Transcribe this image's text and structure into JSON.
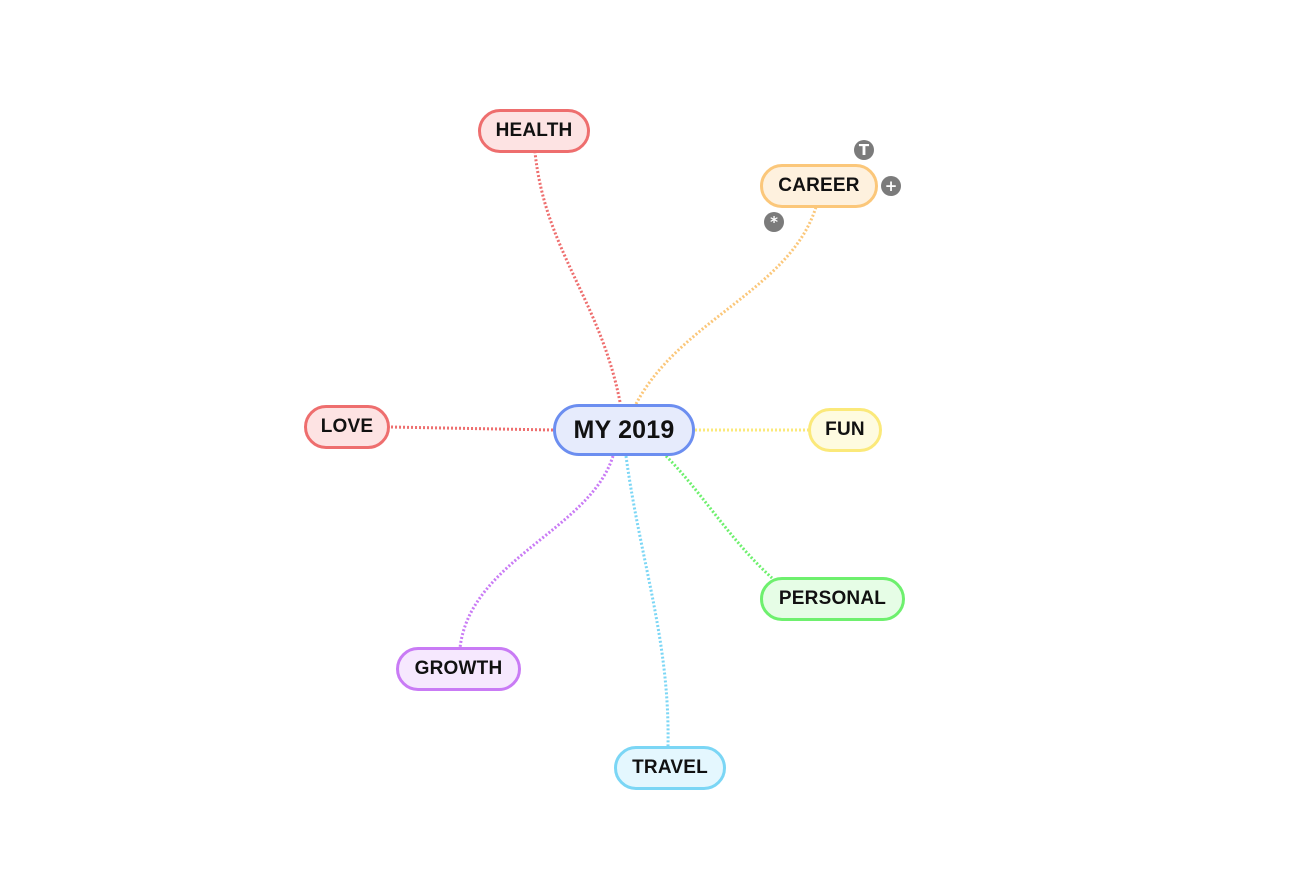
{
  "central": {
    "label": "MY 2019",
    "border": "#6c8ef0",
    "fill": "#e6ebfc"
  },
  "nodes": [
    {
      "id": "health",
      "label": "HEALTH",
      "border": "#ee6e6e",
      "fill": "#fde3e3"
    },
    {
      "id": "career",
      "label": "CAREER",
      "border": "#fbc77a",
      "fill": "#fef1de"
    },
    {
      "id": "love",
      "label": "LOVE",
      "border": "#ee6e6e",
      "fill": "#fde3e3"
    },
    {
      "id": "fun",
      "label": "FUN",
      "border": "#fbe97a",
      "fill": "#fefbe0"
    },
    {
      "id": "personal",
      "label": "PERSONAL",
      "border": "#6ef06e",
      "fill": "#e6fde6"
    },
    {
      "id": "growth",
      "label": "GROWTH",
      "border": "#c97bf5",
      "fill": "#f6e8fe"
    },
    {
      "id": "travel",
      "label": "TRAVEL",
      "border": "#7bd6f5",
      "fill": "#e4f7fe"
    }
  ],
  "career_controls": {
    "text_icon": "T",
    "add_icon": "+",
    "star_icon": "*"
  }
}
